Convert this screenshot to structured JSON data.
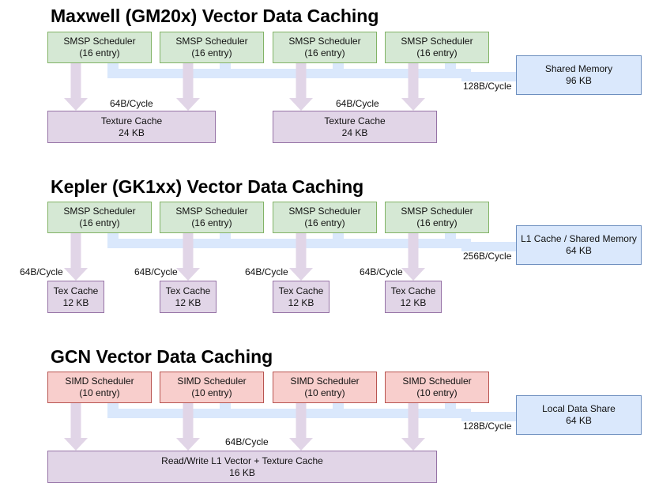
{
  "colors": {
    "scheduler_green": "#d5e8d4",
    "scheduler_red": "#f8cecc",
    "cache_purple": "#e1d5e7",
    "memory_blue": "#dae8fc",
    "connector_blue": "#dae8fc",
    "arrow_purple": "#e1d5e7"
  },
  "maxwell": {
    "title": "Maxwell (GM20x) Vector Data Caching",
    "schedulers": [
      {
        "name": "SMSP Scheduler",
        "detail": "(16 entry)"
      },
      {
        "name": "SMSP Scheduler",
        "detail": "(16 entry)"
      },
      {
        "name": "SMSP Scheduler",
        "detail": "(16 entry)"
      },
      {
        "name": "SMSP Scheduler",
        "detail": "(16 entry)"
      }
    ],
    "memory": {
      "name": "Shared Memory",
      "size": "96 KB"
    },
    "memory_bandwidth": "128B/Cycle",
    "caches": [
      {
        "name": "Texture Cache",
        "size": "24 KB"
      },
      {
        "name": "Texture Cache",
        "size": "24 KB"
      }
    ],
    "cache_bandwidths": [
      "64B/Cycle",
      "64B/Cycle"
    ]
  },
  "kepler": {
    "title": "Kepler (GK1xx) Vector Data Caching",
    "schedulers": [
      {
        "name": "SMSP Scheduler",
        "detail": "(16 entry)"
      },
      {
        "name": "SMSP Scheduler",
        "detail": "(16 entry)"
      },
      {
        "name": "SMSP Scheduler",
        "detail": "(16 entry)"
      },
      {
        "name": "SMSP Scheduler",
        "detail": "(16 entry)"
      }
    ],
    "memory": {
      "name": "L1 Cache / Shared Memory",
      "size": "64 KB"
    },
    "memory_bandwidth": "256B/Cycle",
    "caches": [
      {
        "name": "Tex Cache",
        "size": "12 KB"
      },
      {
        "name": "Tex Cache",
        "size": "12 KB"
      },
      {
        "name": "Tex Cache",
        "size": "12 KB"
      },
      {
        "name": "Tex Cache",
        "size": "12 KB"
      }
    ],
    "cache_bandwidths": [
      "64B/Cycle",
      "64B/Cycle",
      "64B/Cycle",
      "64B/Cycle"
    ]
  },
  "gcn": {
    "title": "GCN Vector Data Caching",
    "schedulers": [
      {
        "name": "SIMD Scheduler",
        "detail": "(10 entry)"
      },
      {
        "name": "SIMD Scheduler",
        "detail": "(10 entry)"
      },
      {
        "name": "SIMD Scheduler",
        "detail": "(10 entry)"
      },
      {
        "name": "SIMD Scheduler",
        "detail": "(10 entry)"
      }
    ],
    "memory": {
      "name": "Local Data Share",
      "size": "64 KB"
    },
    "memory_bandwidth": "128B/Cycle",
    "caches": [
      {
        "name": "Read/Write L1 Vector + Texture Cache",
        "size": "16 KB"
      }
    ],
    "cache_bandwidths": [
      "64B/Cycle"
    ]
  }
}
